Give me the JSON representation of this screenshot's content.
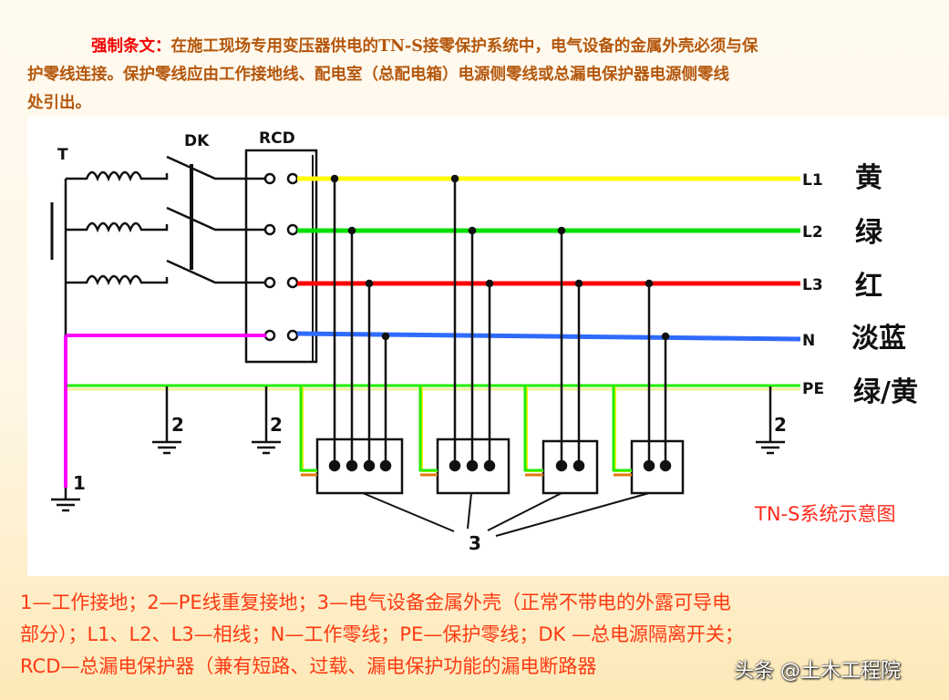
{
  "header": {
    "lead": "强制条文：",
    "line1": "在施工现场专用变压器供电的TN-S接零保护系统中，电气设备的金属外壳必须与保",
    "line2": "护零线连接。保护零线应由工作接地线、配电室（总配电箱）电源侧零线或总漏电保护器电源侧零线",
    "line3": "处引出。"
  },
  "diagram": {
    "labels": {
      "transformer": "T",
      "switch": "DK",
      "rcd": "RCD",
      "ground_work": "1",
      "ground_repeat": "2",
      "enclosure": "3"
    },
    "lines": [
      {
        "name": "L1",
        "color_name": "黄",
        "color": "#ffff00"
      },
      {
        "name": "L2",
        "color_name": "绿",
        "color": "#00e000"
      },
      {
        "name": "L3",
        "color_name": "红",
        "color": "#ff0000"
      },
      {
        "name": "N",
        "color_name": "淡蓝",
        "color": "#2f6bff"
      },
      {
        "name": "PE",
        "color_name": "绿/黄",
        "color": "#22ee00"
      }
    ],
    "neutral_link_color": "#ff00ff",
    "caption": "TN-S系统示意图"
  },
  "legend": {
    "line1": "1—工作接地；2—PE线重复接地；3—电气设备金属外壳（正常不带电的外露可导电",
    "line2": "部分）；L1、L2、L3—相线；N—工作零线；PE—保护零线；DK —总电源隔离开关；",
    "line3": "RCD—总漏电保护器（兼有短路、过载、漏电保护功能的漏电断路器"
  },
  "watermark": "头条 @土木工程院"
}
